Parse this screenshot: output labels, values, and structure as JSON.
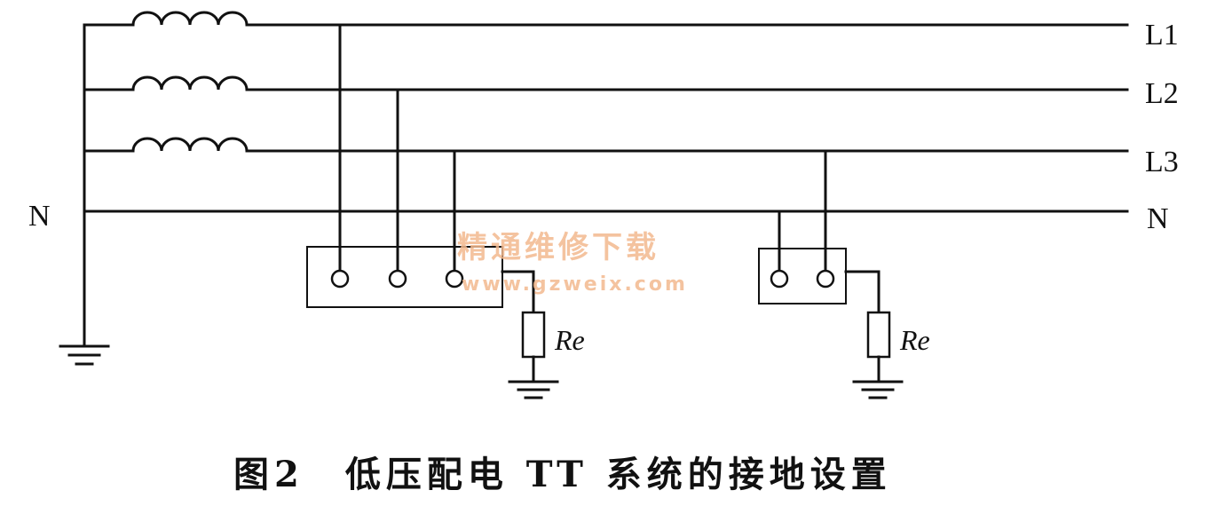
{
  "labels": {
    "l1": "L1",
    "l2": "L2",
    "l3": "L3",
    "n_right": "N",
    "n_left": "N",
    "re_left": "Re",
    "re_right": "Re"
  },
  "watermark": {
    "cn": "精通维修下载",
    "url": "www.gzweix.com"
  },
  "caption": "图2　低压配电 TT 系统的接地设置",
  "colors": {
    "line": "#111111",
    "watermark": "#f3b98f"
  }
}
